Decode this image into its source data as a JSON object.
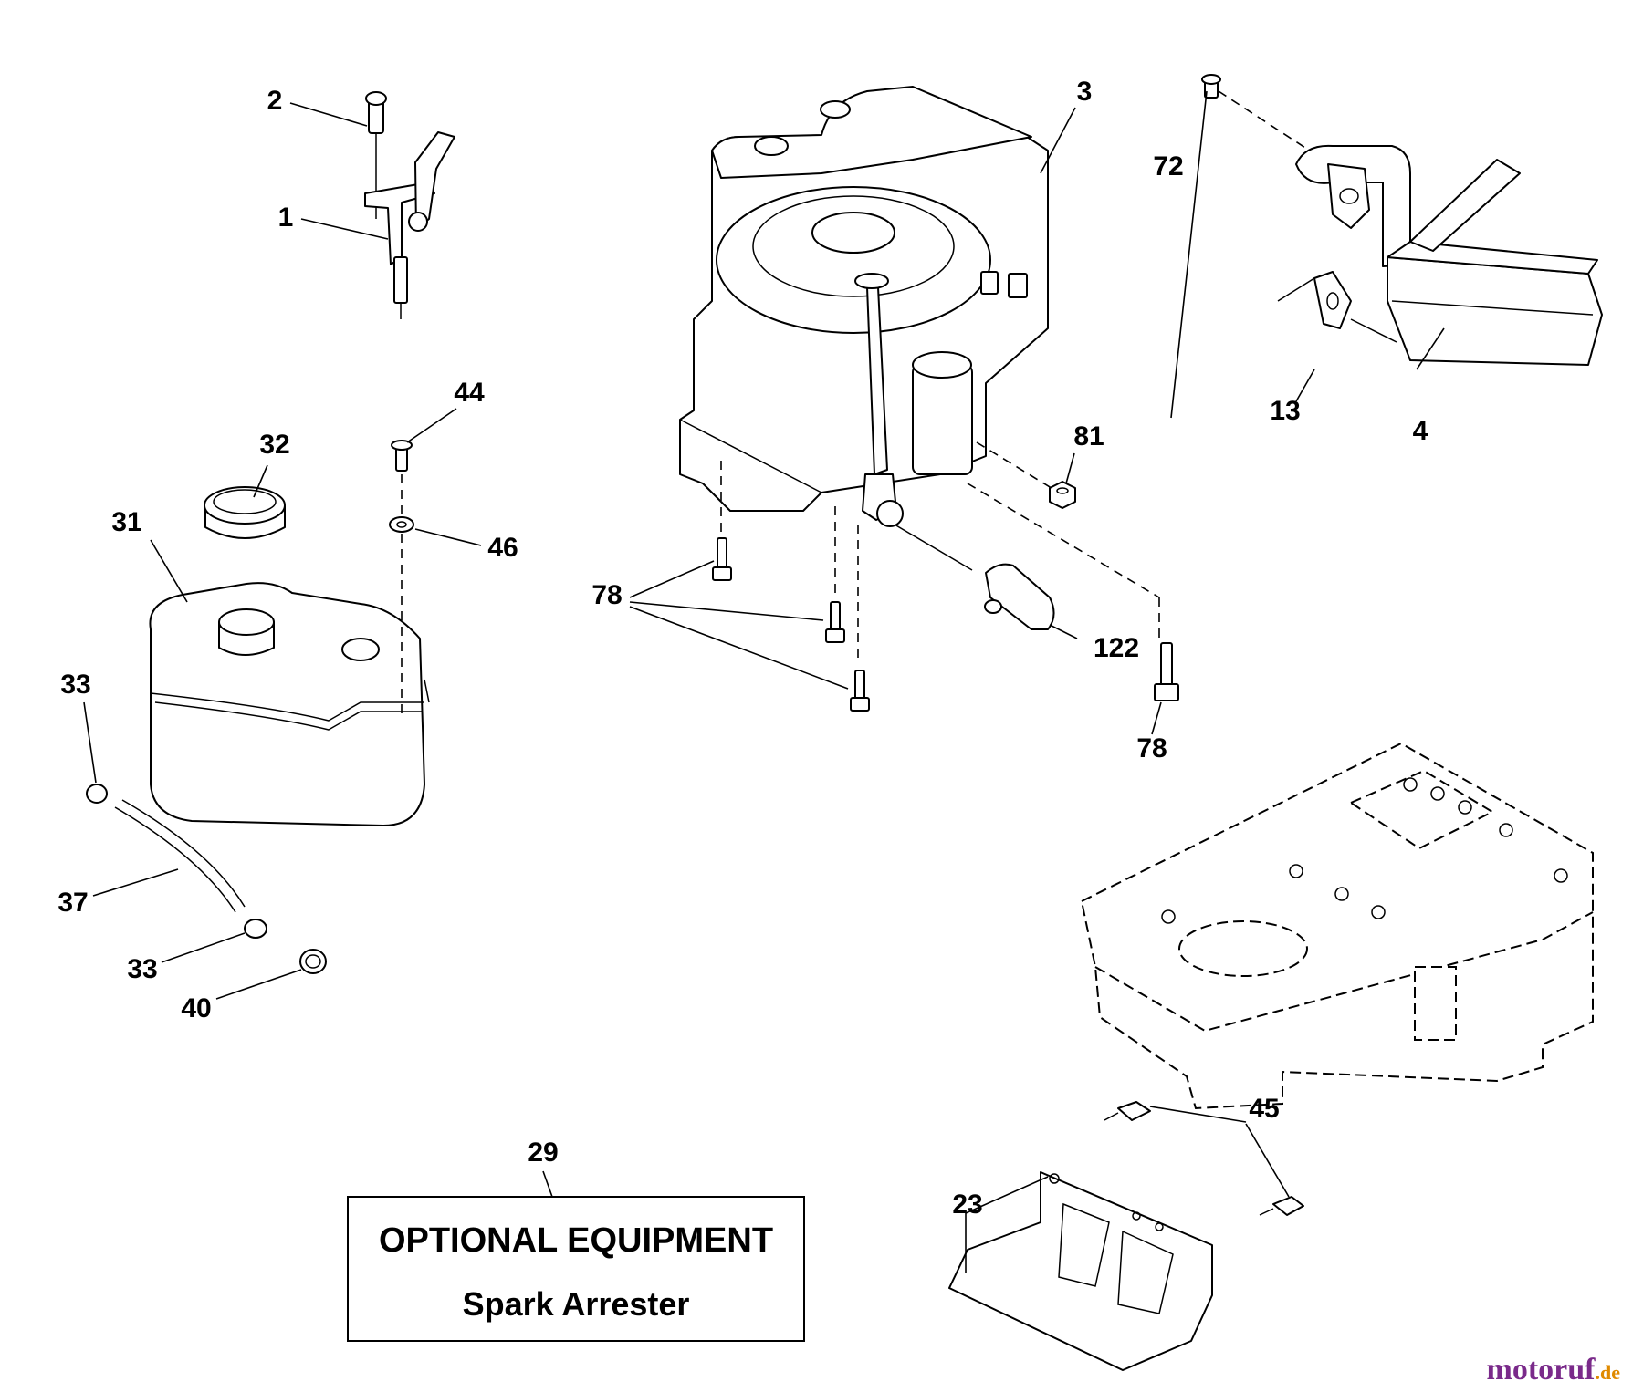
{
  "callouts": {
    "c1": "1",
    "c2": "2",
    "c3": "3",
    "c4": "4",
    "c13": "13",
    "c23": "23",
    "c29": "29",
    "c31": "31",
    "c32": "32",
    "c33a": "33",
    "c33b": "33",
    "c37": "37",
    "c40": "40",
    "c44": "44",
    "c45": "45",
    "c46": "46",
    "c72": "72",
    "c78a": "78",
    "c78b": "78",
    "c81": "81",
    "c122": "122"
  },
  "optional_box": {
    "title": "OPTIONAL EQUIPMENT",
    "subtitle": "Spark Arrester"
  },
  "watermark": {
    "brand": "motoruf",
    "suffix": ".de",
    "brand_color": "#7a2a8a",
    "accent_color": "#e08a00"
  }
}
